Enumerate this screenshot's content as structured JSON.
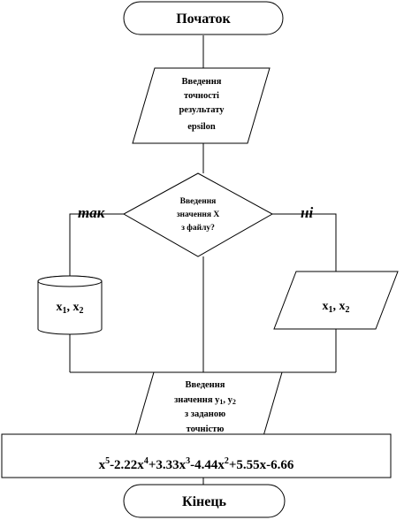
{
  "start": {
    "label": "Початок"
  },
  "input_precision": {
    "lines": [
      "Введення",
      "точності",
      "результату",
      "epsilon"
    ]
  },
  "decision": {
    "lines": [
      "Введення",
      "значення X",
      "з файлу?"
    ],
    "yes_label": "так",
    "no_label": "ні"
  },
  "yes_branch": {
    "var1": "x",
    "sub1": "1",
    "sep": ", ",
    "var2": "x",
    "sub2": "2"
  },
  "no_branch": {
    "var1": "x",
    "sub1": "1",
    "sep": ", ",
    "var2": "x",
    "sub2": "2"
  },
  "output": {
    "line1": "Введення",
    "line2_prefix": "значення y",
    "line2_sub1": "1",
    "line2_mid": ", y",
    "line2_sub2": "2",
    "line3": "з заданою",
    "line4": "точністю"
  },
  "formula": {
    "parts": [
      {
        "t": "x"
      },
      {
        "sup": "5"
      },
      {
        "t": "-2.22x"
      },
      {
        "sup": "4"
      },
      {
        "t": "+3.33x"
      },
      {
        "sup": "3"
      },
      {
        "t": "-4.44x"
      },
      {
        "sup": "2"
      },
      {
        "t": "+5.55x-6.66"
      }
    ]
  },
  "end": {
    "label": "Кінець"
  }
}
